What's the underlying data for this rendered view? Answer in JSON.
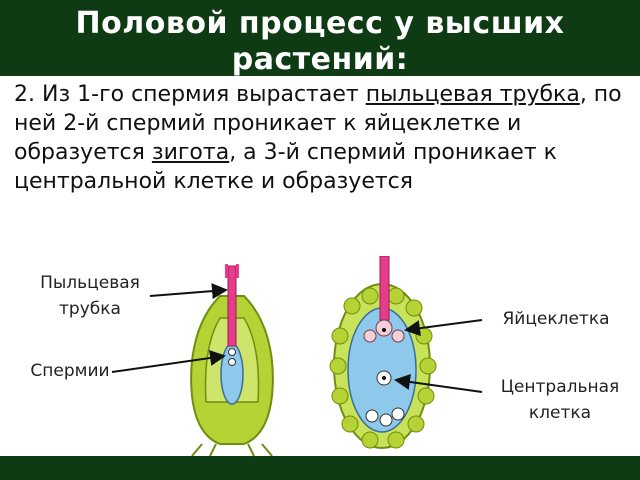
{
  "slide": {
    "title": "Половой процесс у высших растений:",
    "paragraph": {
      "p1": "2. Из 1-го спермия вырастает ",
      "term1": "пыльцевая трубка",
      "p2": ", по ней 2-й спермий проникает к яйцеклетке и образуется ",
      "term2": "зигота",
      "p3": ", а 3-й спермий проникает к центральной клетке и образуется"
    }
  },
  "figure": {
    "labels": {
      "pollen_tube_line1": "Пыльцевая",
      "pollen_tube_line2": "трубка",
      "sperms": "Спермии",
      "egg_cell": "Яйцеклетка",
      "central_line1": "Центральная",
      "central_line2": "клетка"
    },
    "colors": {
      "ovule_green": "#b5d334",
      "cell_blue": "#8ec8ea",
      "tube_pink": "#e63c8a",
      "background": "#0e3a14"
    }
  }
}
